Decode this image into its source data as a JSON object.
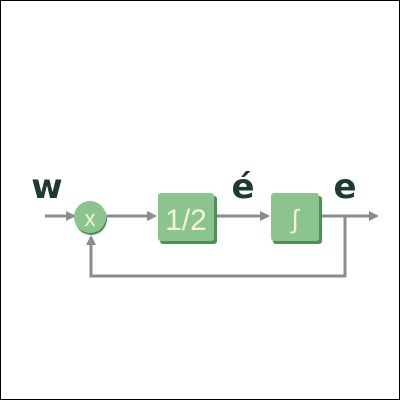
{
  "diagram": {
    "input_label": "w",
    "multiplier_symbol": "x",
    "gain_label": "1/2",
    "derivative_label": "é",
    "integrator_symbol": "∫",
    "output_label": "e",
    "colors": {
      "block_fill": "#8cc48f",
      "block_shadow": "#4f8f5a",
      "block_text": "#f5f5c8",
      "arrow": "#8c8c8c",
      "label": "#1f3a30",
      "border": "#000000"
    }
  }
}
